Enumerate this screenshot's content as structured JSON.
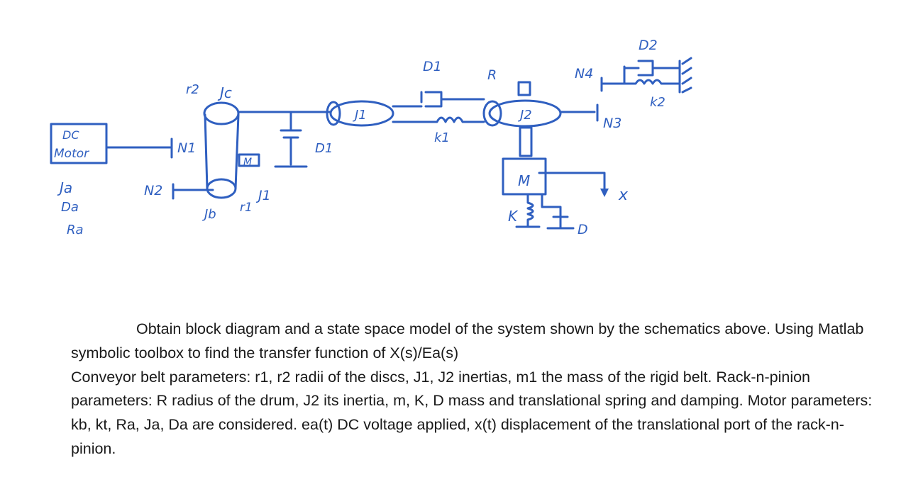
{
  "schematic": {
    "labels": {
      "dc_motor_1": "DC",
      "dc_motor_2": "Motor",
      "ja": "Ja",
      "da": "Da",
      "ra": "Ra",
      "n1": "N1",
      "n2": "N2",
      "r2": "r2",
      "jc": "Jc",
      "jb": "Jb",
      "m1": "M",
      "r1": "r1",
      "j1_load": "J1",
      "d1_lower": "D1",
      "j1_disc": "J1",
      "d1_upper": "D1",
      "k1": "k1",
      "r_drum": "R",
      "j2": "J2",
      "n4": "N4",
      "n3": "N3",
      "d2": "D2",
      "k2": "k2",
      "mass_m": "M",
      "x_out": "x",
      "k_spring": "K",
      "d_damper": "D"
    }
  },
  "problem": {
    "para1": "Obtain block diagram and a state space model of the system shown by the schematics above. Using Matlab symbolic toolbox to find the transfer function of X(s)/Ea(s)",
    "para2": "Conveyor belt parameters: r1, r2 radii of the discs, J1, J2 inertias, m1 the mass of the rigid belt. Rack-n-pinion parameters: R radius of the drum, J2 its inertia, m, K, D mass and translational spring and damping. Motor parameters: kb, kt, Ra, Ja, Da are considered. ea(t) DC voltage applied, x(t) displacement of the translational port of the rack-n-pinion."
  },
  "colors": {
    "ink": "#2f5fc0",
    "text": "#1a1a1a"
  }
}
